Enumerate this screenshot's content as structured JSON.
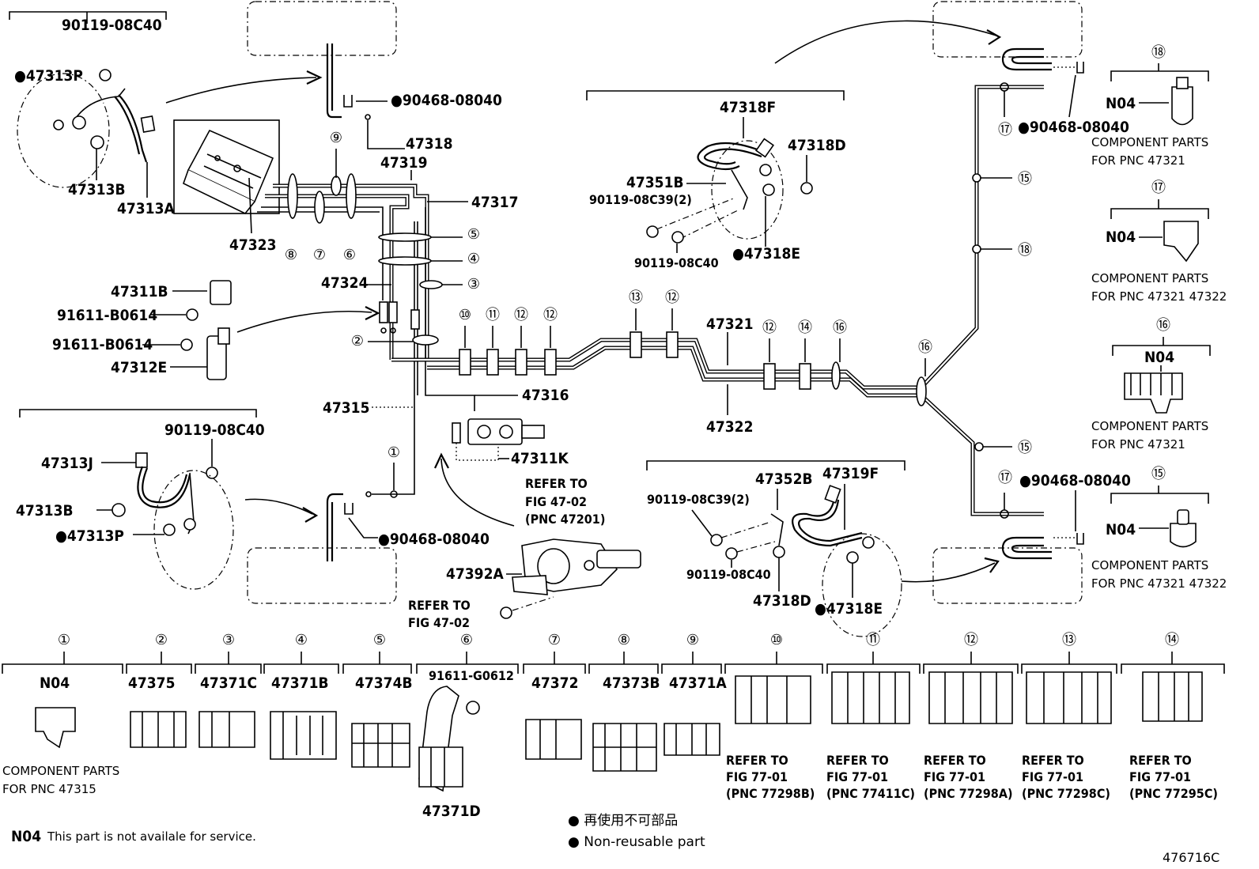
{
  "part_labels": {
    "p90119_08C40_a": "90119-08C40",
    "p47313P_a": "●47313P",
    "p47313B_a": "47313B",
    "p47313A": "47313A",
    "p90468_a": "●90468-08040",
    "p47318": "47318",
    "p47319": "47319",
    "p47317": "47317",
    "p47323": "47323",
    "p47324": "47324",
    "p47311B": "47311B",
    "p91611_B0614_a": "91611-B0614",
    "p91611_B0614_b": "91611-B0614",
    "p47312E": "47312E",
    "p90119_08C40_b": "90119-08C40",
    "p47313J": "47313J",
    "p47313B_b": "47313B",
    "p47313P_b": "●47313P",
    "p47315": "47315",
    "p47316": "47316",
    "p47311K": "47311K",
    "p90468_b": "●90468-08040",
    "p47392A": "47392A",
    "refer_1": "REFER TO",
    "refer_1b": "FIG 47-02",
    "refer_1c": "(PNC 47201)",
    "refer_2": "REFER TO",
    "refer_2b": "FIG 47-02",
    "p47318F": "47318F",
    "p47318D_a": "47318D",
    "p47351B": "47351B",
    "p90119_08C39_a": "90119-08C39(2)",
    "p90119_08C40_c": "90119-08C40",
    "p47318E_a": "●47318E",
    "p47321": "47321",
    "p47322": "47322",
    "p90119_08C39_b": "90119-08C39(2)",
    "p47352B": "47352B",
    "p47319F": "47319F",
    "p90119_08C40_d": "90119-08C40",
    "p47318D_b": "47318D",
    "p47318E_b": "●47318E",
    "p90468_c": "●90468-08040",
    "p90468_d": "●90468-08040"
  },
  "callouts": {
    "c1": "①",
    "c2": "②",
    "c3": "③",
    "c4": "④",
    "c5": "⑤",
    "c6": "⑥",
    "c7": "⑦",
    "c8": "⑧",
    "c9": "⑨",
    "c10": "⑩",
    "c11": "⑪",
    "c12": "⑫",
    "c13": "⑬",
    "c14": "⑭",
    "c15": "⑮",
    "c16": "⑯",
    "c17": "⑰",
    "c18": "⑱"
  },
  "right_panel": [
    {
      "num": "⑱",
      "code": "N04",
      "line1": "COMPONENT PARTS",
      "line2": "FOR PNC 47321"
    },
    {
      "num": "⑰",
      "code": "N04",
      "line1": "COMPONENT PARTS",
      "line2": "FOR PNC 47321 47322"
    },
    {
      "num": "⑯",
      "code": "N04",
      "line1": "COMPONENT PARTS",
      "line2": "FOR PNC 47321"
    },
    {
      "num": "⑮",
      "code": "N04",
      "line1": "COMPONENT PARTS",
      "line2": "FOR PNC 47321 47322"
    }
  ],
  "bottom_row": [
    {
      "num": "①",
      "code": "N04",
      "ref1": "COMPONENT PARTS",
      "ref2": "FOR PNC 47315",
      "ref3": ""
    },
    {
      "num": "②",
      "code": "47375",
      "ref1": "",
      "ref2": "",
      "ref3": ""
    },
    {
      "num": "③",
      "code": "47371C",
      "ref1": "",
      "ref2": "",
      "ref3": ""
    },
    {
      "num": "④",
      "code": "47371B",
      "ref1": "",
      "ref2": "",
      "ref3": ""
    },
    {
      "num": "⑤",
      "code": "47374B",
      "ref1": "",
      "ref2": "",
      "ref3": ""
    },
    {
      "num": "⑥",
      "code": "91611-G0612",
      "ref1": "47371D",
      "ref2": "",
      "ref3": ""
    },
    {
      "num": "⑦",
      "code": "47372",
      "ref1": "",
      "ref2": "",
      "ref3": ""
    },
    {
      "num": "⑧",
      "code": "47373B",
      "ref1": "",
      "ref2": "",
      "ref3": ""
    },
    {
      "num": "⑨",
      "code": "47371A",
      "ref1": "",
      "ref2": "",
      "ref3": ""
    },
    {
      "num": "⑩",
      "code": "",
      "ref1": "REFER TO",
      "ref2": "FIG 77-01",
      "ref3": "(PNC 77298B)"
    },
    {
      "num": "⑪",
      "code": "",
      "ref1": "REFER TO",
      "ref2": "FIG 77-01",
      "ref3": "(PNC 77411C)"
    },
    {
      "num": "⑫",
      "code": "",
      "ref1": "REFER TO",
      "ref2": "FIG 77-01",
      "ref3": "(PNC 77298A)"
    },
    {
      "num": "⑬",
      "code": "",
      "ref1": "REFER TO",
      "ref2": "FIG 77-01",
      "ref3": "(PNC 77298C)"
    },
    {
      "num": "⑭",
      "code": "",
      "ref1": "REFER TO",
      "ref2": "FIG 77-01",
      "ref3": "(PNC 77295C)"
    }
  ],
  "legend": {
    "code": "N04",
    "not_available": "This part is not availale for service.",
    "jp": "● 再使用不可部品",
    "en": "● Non-reusable part",
    "fig_id": "476716C"
  }
}
